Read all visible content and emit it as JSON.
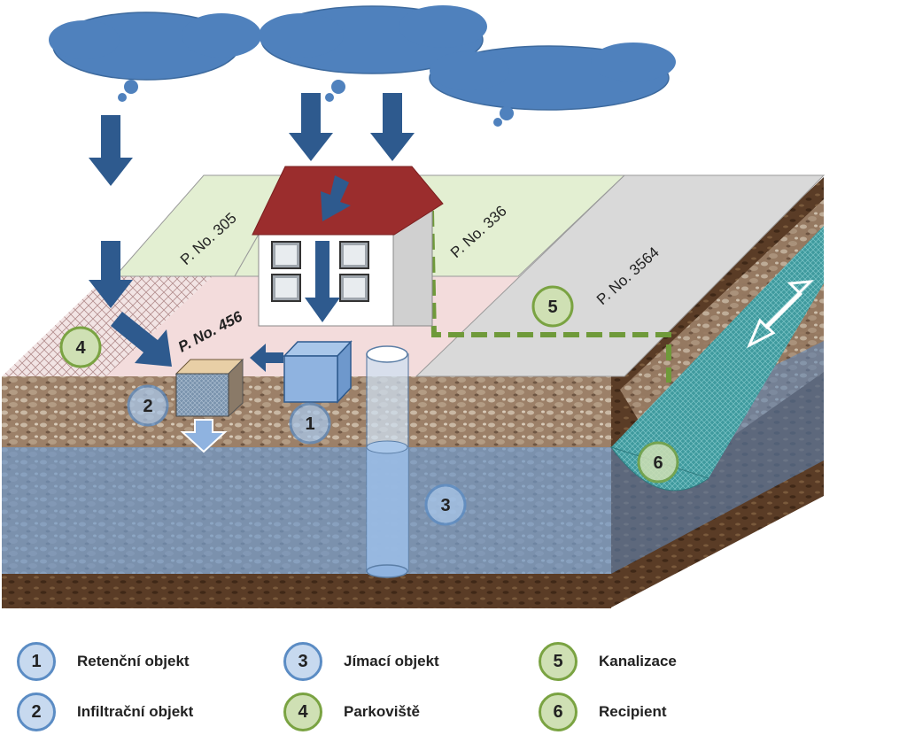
{
  "parcels": {
    "p305": "P. No. 305",
    "p336": "P. No. 336",
    "p456": "P. No. 456",
    "p3564": "P. No. 3564"
  },
  "markers": [
    "1",
    "2",
    "3",
    "4",
    "5",
    "6"
  ],
  "legend": [
    {
      "number": "1",
      "label": "Retenční objekt",
      "color": "blue"
    },
    {
      "number": "2",
      "label": "Infiltrační objekt",
      "color": "blue"
    },
    {
      "number": "3",
      "label": "Jímací objekt",
      "color": "blue"
    },
    {
      "number": "4",
      "label": "Parkoviště",
      "color": "green"
    },
    {
      "number": "5",
      "label": "Kanalizace",
      "color": "green"
    },
    {
      "number": "6",
      "label": "Recipient",
      "color": "green"
    }
  ],
  "colors": {
    "cloud": "#4f81bd",
    "arrow": "#2e5a8e",
    "roof": "#9b2d2d",
    "groundwater": "#6f97c8",
    "soil": "#8b6a4e",
    "sewer_line": "#6f9a3a",
    "parcel_green": "#e3efd2",
    "parcel_pink": "#f3dcdc",
    "parcel_grey": "#d9d9d9",
    "stream": "#3a8f94"
  }
}
